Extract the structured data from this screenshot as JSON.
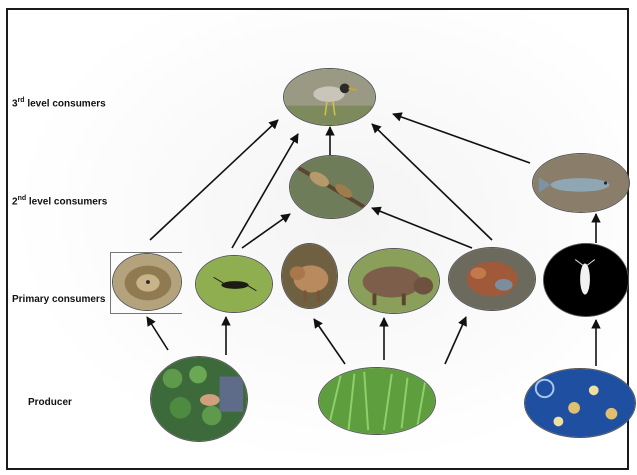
{
  "levels": {
    "third": {
      "num": "3",
      "sup": "rd",
      "rest": " level  consumers"
    },
    "second": {
      "num": "2",
      "sup": "nd",
      "rest": " level  consumers"
    },
    "primary": "Primary consumers",
    "producer": "Producer"
  },
  "organisms": [
    {
      "name": "bird-lapwing",
      "level": "3rd"
    },
    {
      "name": "bird-perched",
      "level": "2nd"
    },
    {
      "name": "fish",
      "level": "2nd"
    },
    {
      "name": "snail",
      "level": "primary"
    },
    {
      "name": "insect",
      "level": "primary"
    },
    {
      "name": "pig-small",
      "level": "primary"
    },
    {
      "name": "hippo",
      "level": "primary"
    },
    {
      "name": "crab",
      "level": "primary"
    },
    {
      "name": "zooplankton",
      "level": "primary"
    },
    {
      "name": "aquatic-plants",
      "level": "producer"
    },
    {
      "name": "grass",
      "level": "producer"
    },
    {
      "name": "phytoplankton",
      "level": "producer"
    }
  ],
  "colors": {
    "arrow": "#111111",
    "frame": "#1a1a1a"
  }
}
